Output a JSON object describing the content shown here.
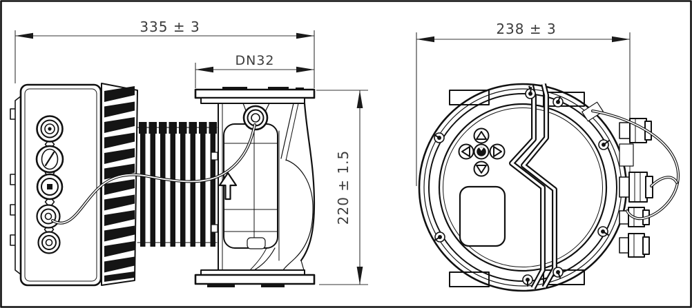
{
  "app": {
    "type": "technical_drawing",
    "background": "#ffffff",
    "line_color": "#111111",
    "dim_text_color": "#3d3d3d"
  },
  "views": {
    "side": {
      "name": "side-view",
      "dimensions": {
        "overall_length": "335 ± 3",
        "flange_nominal_diameter": "DN32",
        "overall_height": "220 ± 1.5"
      },
      "flow_arrow_icon": "up-arrow"
    },
    "front": {
      "name": "front-view",
      "dimensions": {
        "overall_width": "238 ± 3"
      },
      "keypad_icons": [
        "up-arrow-button",
        "left-arrow-button",
        "enter-button",
        "right-arrow-button",
        "down-arrow-button"
      ],
      "display": "blank-display-window"
    }
  }
}
